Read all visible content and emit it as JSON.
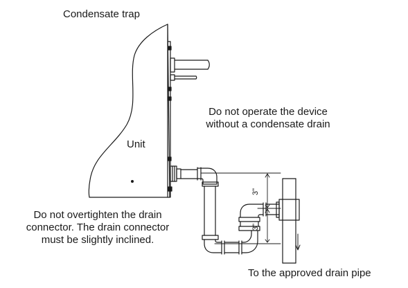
{
  "labels": {
    "condensate_trap": "Condensate trap",
    "unit": "Unit",
    "warning_line1": "Do not operate the device",
    "warning_line2": "without a condensate drain",
    "note_line1": "Do not overtighten the drain",
    "note_line2": "connector. The drain connector",
    "note_line3": "must be slightly inclined.",
    "drain_pipe": "To the approved drain pipe",
    "dim_upper": "3\"",
    "dim_lower": "3\""
  },
  "colors": {
    "line": "#1a1a1a",
    "background": "#ffffff"
  }
}
